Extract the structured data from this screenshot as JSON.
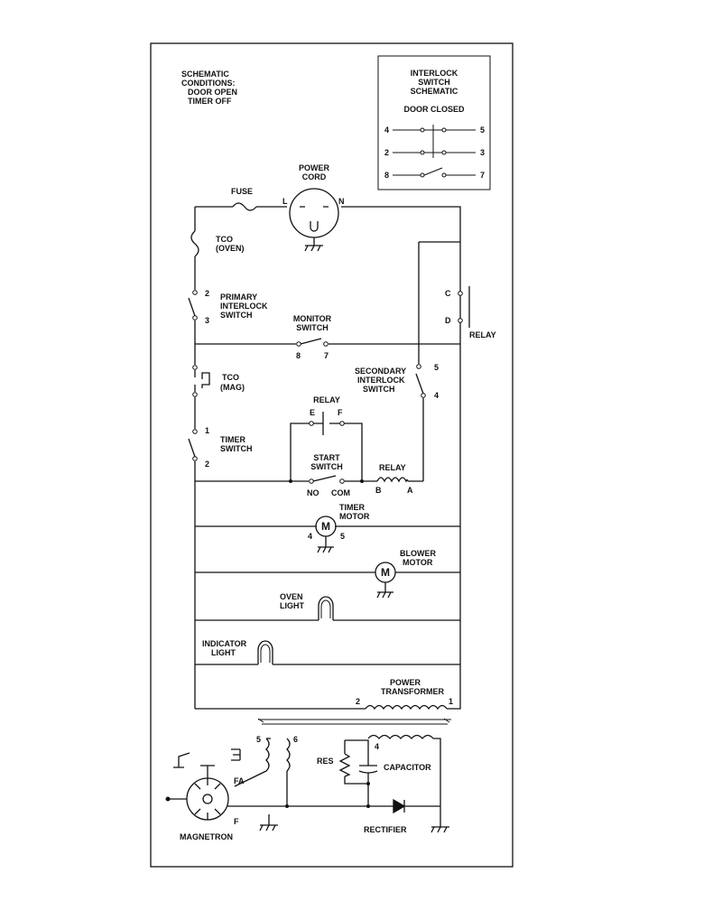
{
  "conditions": [
    "SCHEMATIC",
    "CONDITIONS:",
    "DOOR OPEN",
    "TIMER OFF"
  ],
  "interlock": {
    "title": [
      "INTERLOCK",
      "SWITCH",
      "SCHEMATIC"
    ],
    "state": "DOOR CLOSED",
    "terminals": [
      "4",
      "5",
      "2",
      "3",
      "8",
      "7"
    ]
  },
  "labels": {
    "fuse": "FUSE",
    "power_cord": [
      "POWER",
      "CORD"
    ],
    "cord_l": "L",
    "cord_n": "N",
    "tco_oven": [
      "TCO",
      "(OVEN)"
    ],
    "primary_interlock": [
      "PRIMARY",
      "INTERLOCK",
      "SWITCH"
    ],
    "primary_t1": "2",
    "primary_t2": "3",
    "monitor_switch": [
      "MONITOR",
      "SWITCH"
    ],
    "monitor_t1": "8",
    "monitor_t2": "7",
    "relay_right": "RELAY",
    "relay_c": "C",
    "relay_d": "D",
    "tco_mag": [
      "TCO",
      "(MAG)"
    ],
    "secondary_interlock": [
      "SECONDARY",
      "INTERLOCK",
      "SWITCH"
    ],
    "secondary_t1": "5",
    "secondary_t2": "4",
    "relay_ef": "RELAY",
    "relay_e": "E",
    "relay_f": "F",
    "timer_switch": [
      "TIMER",
      "SWITCH"
    ],
    "timer_t1": "1",
    "timer_t2": "2",
    "start_switch": [
      "START",
      "SWITCH"
    ],
    "start_no": "NO",
    "start_com": "COM",
    "relay_coil": "RELAY",
    "relay_b": "B",
    "relay_a": "A",
    "timer_motor": [
      "TIMER",
      "MOTOR"
    ],
    "timer_motor_t1": "4",
    "timer_motor_t2": "5",
    "motor_symbol": "M",
    "blower_motor": [
      "BLOWER",
      "MOTOR"
    ],
    "oven_light": [
      "OVEN",
      "LIGHT"
    ],
    "indicator_light": [
      "INDICATOR",
      "LIGHT"
    ],
    "power_transformer": [
      "POWER",
      "TRANSFORMER"
    ],
    "transformer_t2": "2",
    "transformer_t1": "1",
    "secondary_t5": "5",
    "secondary_t6": "6",
    "hv_t4": "4",
    "res": "RES",
    "capacitor": "CAPACITOR",
    "fa": "FA",
    "f": "F",
    "magnetron": "MAGNETRON",
    "rectifier": "RECTIFIER"
  }
}
